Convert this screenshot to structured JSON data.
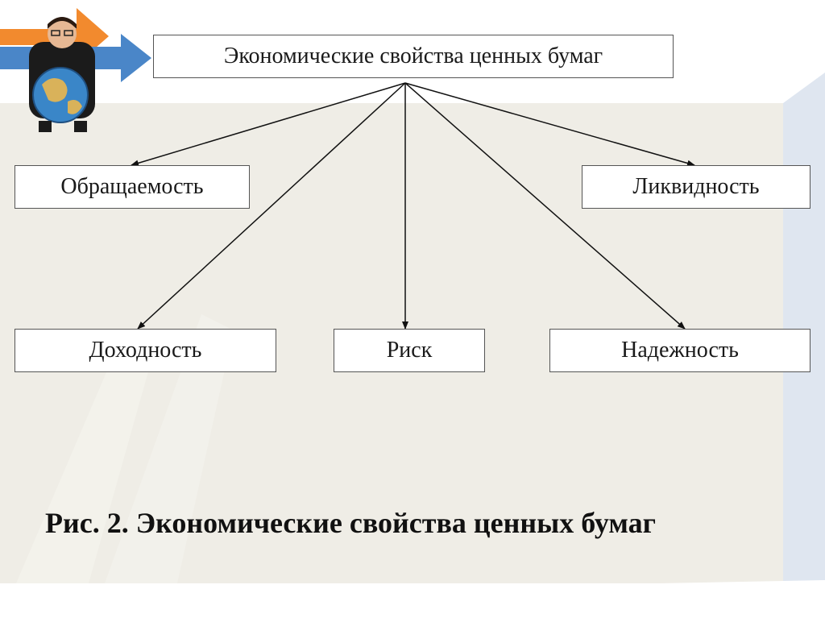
{
  "diagram": {
    "root_label": "Экономические свойства ценных бумаг",
    "nodes": [
      {
        "id": "circulation",
        "label": "Обращаемость"
      },
      {
        "id": "liquidity",
        "label": "Ликвидность"
      },
      {
        "id": "yield",
        "label": "Доходность"
      },
      {
        "id": "risk",
        "label": "Риск"
      },
      {
        "id": "reliability",
        "label": "Надежность"
      }
    ]
  },
  "caption": "Рис. 2. Экономические свойства ценных бумаг",
  "colors": {
    "background_panel": "#efede6",
    "box_border": "#555555",
    "arrow": "#111111",
    "orange_arrow": "#f28a2e",
    "blue_arrow": "#4a86c8"
  }
}
